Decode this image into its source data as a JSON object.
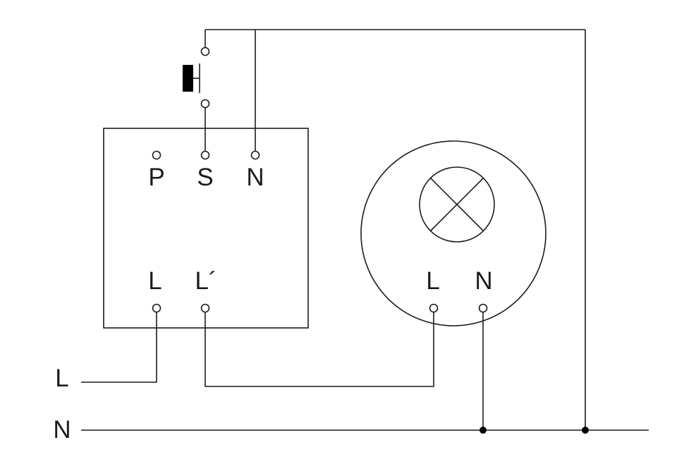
{
  "diagram": {
    "type": "electrical-wiring-schematic",
    "colors": {
      "line": "#1c1c1c",
      "background": "#ffffff",
      "junction_dot": "#000000"
    },
    "device": {
      "terminals_top": [
        {
          "label": "P"
        },
        {
          "label": "S"
        },
        {
          "label": "N"
        }
      ],
      "terminals_bottom": [
        {
          "label": "L"
        },
        {
          "label": "L´"
        }
      ]
    },
    "lamp": {
      "terminals": [
        {
          "label": "L"
        },
        {
          "label": "N"
        }
      ]
    },
    "supply": {
      "live_label": "L",
      "neutral_label": "N"
    }
  }
}
